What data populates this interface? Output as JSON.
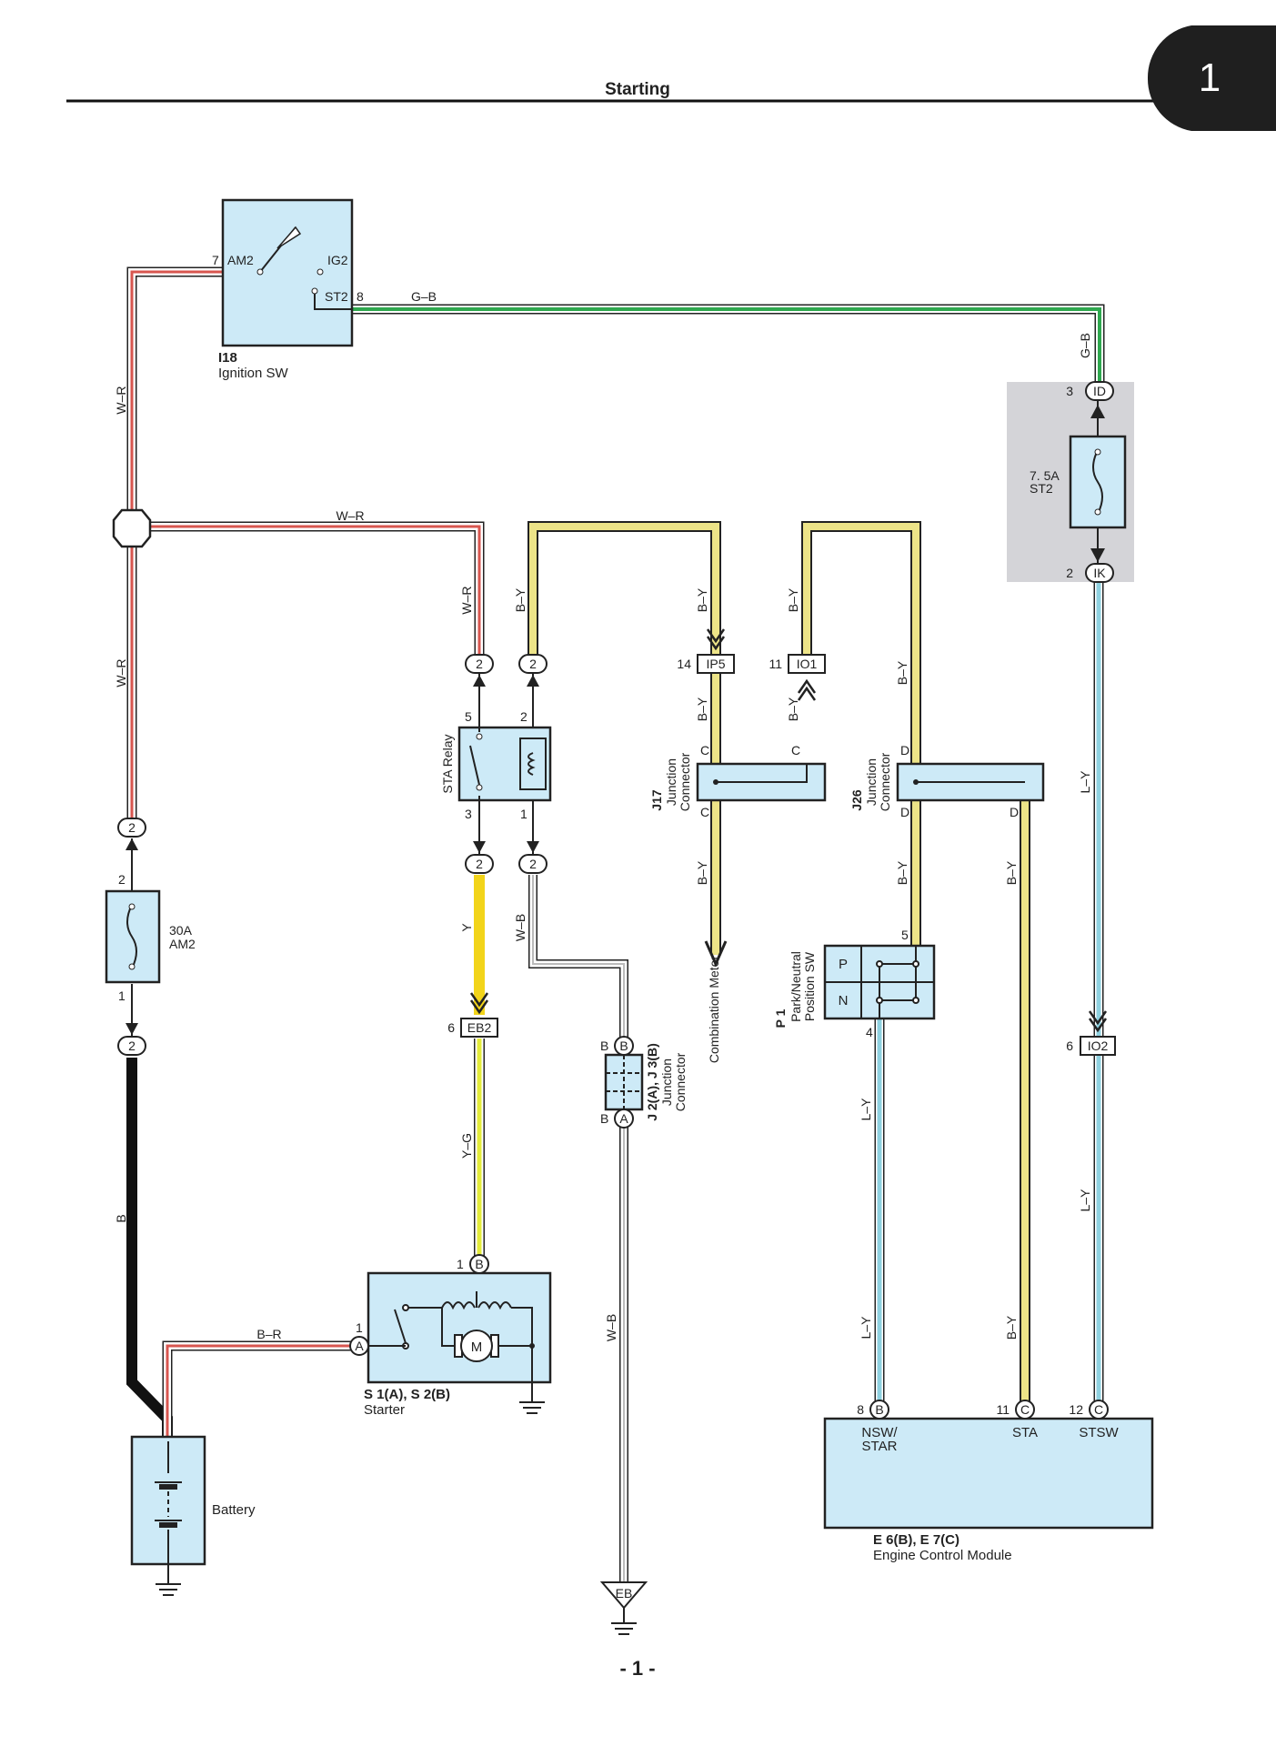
{
  "header": {
    "title": "Starting",
    "page_tab": "1",
    "footer": "- 1 -"
  },
  "components": {
    "ignition_sw": {
      "code": "I18",
      "name": "Ignition SW",
      "am2": "AM2",
      "ig2": "IG2",
      "st2": "ST2",
      "pin_am2": "7",
      "pin_st2": "8"
    },
    "fuse_st2": {
      "rating": "7. 5A",
      "name": "ST2",
      "pin_top": "3",
      "conn_top": "ID",
      "pin_bottom": "2",
      "conn_bottom": "IK"
    },
    "fuse_am2": {
      "rating": "30A",
      "name": "AM2",
      "pin_top": "2",
      "pin_bottom": "1"
    },
    "sta_relay": {
      "name": "STA Relay",
      "p5": "5",
      "p2": "2",
      "p3": "3",
      "p1": "1"
    },
    "j17": {
      "code": "J17",
      "line1": "Junction",
      "line2": "Connector",
      "pin": "C"
    },
    "j26": {
      "code": "J26",
      "line1": "Junction",
      "line2": "Connector",
      "pin": "D"
    },
    "j2j3": {
      "code": "J 2(A), J 3(B)",
      "line1": "Junction",
      "line2": "Connector",
      "pin_b": "B",
      "pin_a": "A"
    },
    "pnp_sw": {
      "code": "P 1",
      "line1": "Park/Neutral",
      "line2": "Position SW",
      "p": "P",
      "n": "N",
      "pin5": "5",
      "pin4": "4"
    },
    "starter": {
      "code": "S 1(A), S 2(B)",
      "name": "Starter",
      "motor": "M",
      "pin_a": "A",
      "pin_b": "B",
      "pin1": "1"
    },
    "battery": {
      "name": "Battery"
    },
    "ecm": {
      "code": "E 6(B), E 7(C)",
      "name": "Engine Control Module",
      "nsw1": "NSW/",
      "nsw2": "STAR",
      "sta": "STA",
      "stsw": "STSW",
      "pin8": "8",
      "pin11": "11",
      "pin12": "12",
      "conn_b": "B",
      "conn_c": "C"
    },
    "combination_meter": {
      "name": "Combination Meter"
    },
    "ground_eb": {
      "code": "EB"
    }
  },
  "connectors": {
    "ip5": {
      "code": "IP5",
      "pin": "14"
    },
    "io1": {
      "code": "IO1",
      "pin": "11"
    },
    "eb2": {
      "code": "EB2",
      "pin": "6"
    },
    "io2": {
      "code": "IO2",
      "pin": "6"
    },
    "c2": "2"
  },
  "wires": {
    "wr": "W–R",
    "gb": "G–B",
    "by": "B–Y",
    "ly": "L–Y",
    "y": "Y",
    "yg": "Y–G",
    "wb": "W–B",
    "b": "B",
    "br": "B–R"
  },
  "colors": {
    "box": "#cdeaf7",
    "fuse_block": "#d4d4d8",
    "wire_red": "#d8564f",
    "wire_green": "#2fa84f",
    "wire_yellow": "#f2dc2a",
    "wire_beige": "#ede488",
    "wire_blue": "#8fd1e0",
    "wire_black": "#111111"
  }
}
